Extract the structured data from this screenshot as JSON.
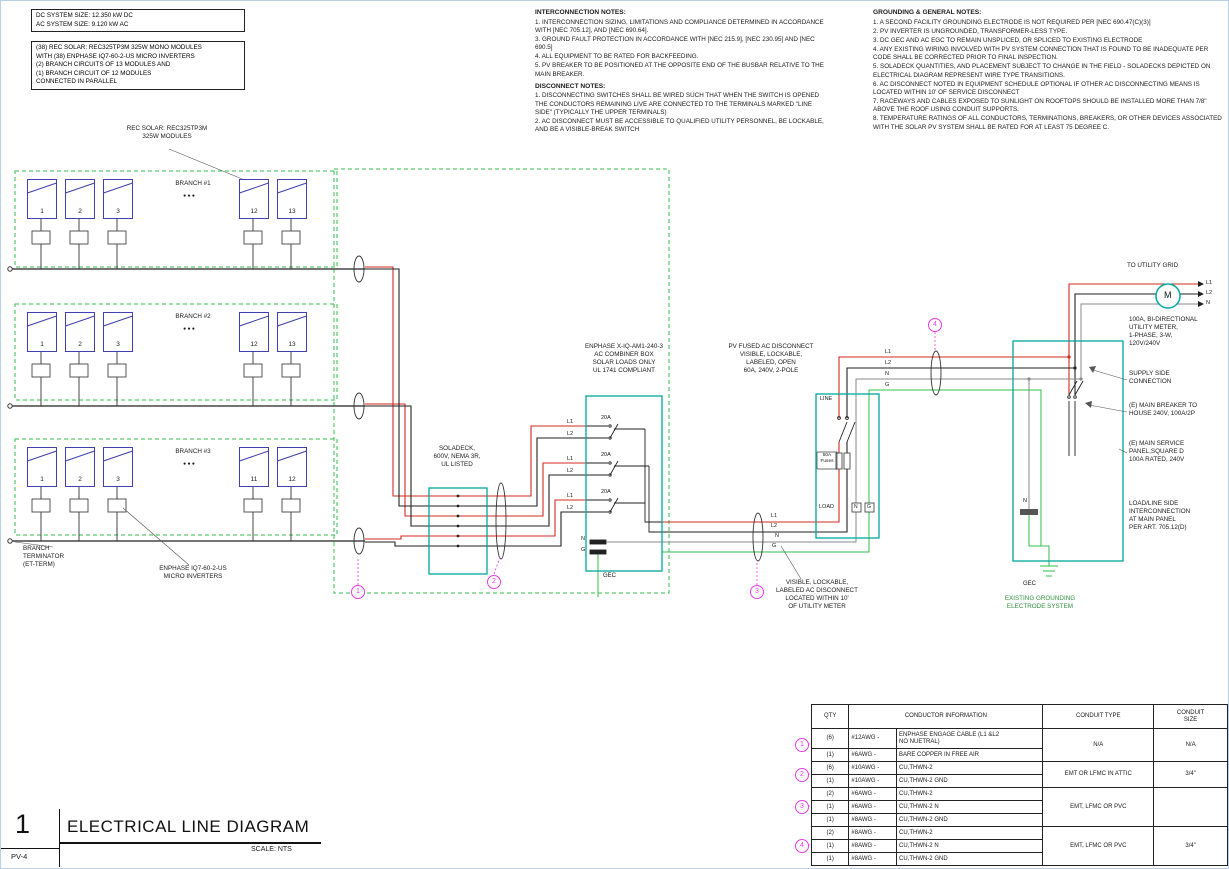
{
  "header": {
    "system_size": {
      "line1": "DC SYSTEM SIZE: 12.350 kW DC",
      "line2": "AC SYSTEM SIZE: 9.120 kW AC"
    },
    "array_desc": [
      "(38) REC SOLAR: REC325TP3M 325W MONO MODULES",
      "WITH (38) ENPHASE IQ7-60-2-US MICRO INVERTERS",
      "(2) BRANCH CIRCUITS OF 13 MODULES AND",
      "(1) BRANCH CIRCUIT OF 12 MODULES",
      "CONNECTED IN PARALLEL"
    ]
  },
  "notes": {
    "interconnection": {
      "title": "INTERCONNECTION NOTES:",
      "items": [
        "1. INTERCONNECTION SIZING, LIMITATIONS AND COMPLIANCE DETERMINED IN ACCORDANCE WITH [NEC 705.12], AND [NEC 690.64].",
        "3. GROUND FAULT PROTECTION IN ACCORDANCE WITH [NEC 215.9], [NEC 230.95] AND [NEC 690.5]",
        "4. ALL EQUIPMENT TO BE RATED FOR BACKFEEDING.",
        "5. PV BREAKER TO BE POSITIONED AT THE OPPOSITE END OF THE BUSBAR RELATIVE TO THE MAIN BREAKER."
      ]
    },
    "disconnect": {
      "title": "DISCONNECT NOTES:",
      "items": [
        "1. DISCONNECTING SWITCHES SHALL BE WIRED SUCH THAT WHEN THE SWITCH IS OPENED THE CONDUCTORS REMAINING LIVE ARE CONNECTED TO THE TERMINALS MARKED \"LINE SIDE\" (TYPICALLY THE UPPER TERMINALS)",
        "2. AC DISCONNECT MUST BE ACCESSIBLE TO QUALIFIED UTILITY PERSONNEL, BE LOCKABLE, AND BE A VISIBLE-BREAK SWITCH"
      ]
    },
    "grounding": {
      "title": "GROUNDING & GENERAL NOTES:",
      "items": [
        "1. A SECOND FACILITY GROUNDING ELECTRODE IS NOT REQUIRED PER [NEC 690.47(C)(3)]",
        "2. PV INVERTER IS UNGROUNDED, TRANSFORMER-LESS TYPE.",
        "3. DC GEC AND AC EGC TO REMAIN UNSPLICED, OR SPLICED TO EXISTING ELECTRODE",
        "4. ANY EXISTING WIRING INVOLVED WITH PV SYSTEM CONNECTION THAT IS FOUND TO BE INADEQUATE PER CODE SHALL BE CORRECTED PRIOR TO FINAL INSPECTION.",
        "5. SOLADECK QUANTITIES, AND PLACEMENT SUBJECT TO CHANGE IN THE FIELD - SOLADECKS DEPICTED ON ELECTRICAL DIAGRAM REPRESENT WIRE TYPE TRANSITIONS.",
        "6. AC DISCONNECT NOTED IN EQUIPMENT SCHEDULE OPTIONAL IF OTHER AC DISCONNECTING MEANS IS LOCATED WITHIN 10' OF SERVICE DISCONNECT",
        "7. RACEWAYS AND CABLES EXPOSED TO SUNLIGHT ON ROOFTOPS SHOULD BE INSTALLED MORE THAN 7/8\" ABOVE THE ROOF USING CONDUIT SUPPORTS.",
        "8. TEMPERATURE RATINGS OF ALL CONDUCTORS, TERMINATIONS, BREAKERS, OR OTHER DEVICES ASSOCIATED WITH THE SOLAR PV SYSTEM SHALL BE RATED FOR AT LEAST 75 DEGREE C."
      ]
    }
  },
  "array": {
    "module_label": "REC SOLAR: REC325TP3M\n325W MODULES",
    "dots": "●  ●  ●",
    "branches": [
      {
        "label": "BRANCH #1",
        "modules": [
          "1",
          "2",
          "3",
          "12",
          "13"
        ]
      },
      {
        "label": "BRANCH #2",
        "modules": [
          "1",
          "2",
          "3",
          "12",
          "13"
        ]
      },
      {
        "label": "BRANCH #3",
        "modules": [
          "1",
          "2",
          "3",
          "11",
          "12"
        ]
      }
    ],
    "terminator_label": "BRANCH\nTERMINATOR\n(ET-TERM)",
    "micro_label": "ENPHASE IQ7-60-2-US\nMICRO INVERTERS"
  },
  "soladeck": {
    "label": "SOLADECK,\n600V, NEMA 3R,\nUL LISTED"
  },
  "combiner": {
    "label": "ENPHASE X-IQ-AM1-240-3\nAC COMBINER BOX\nSOLAR LOADS ONLY\nUL 1741 COMPLIANT",
    "breaker": "20A",
    "n": "N",
    "g": "G",
    "gec": "GEC"
  },
  "disconnect": {
    "label": "PV FUSED AC DISCONNECT\nVISIBLE, LOCKABLE,\nLABELED, OPEN\n60A, 240V, 2-POLE",
    "line": "LINE",
    "load": "LOAD",
    "fuse": "50A\nFuses",
    "n": "N",
    "g": "G",
    "note": "VISIBLE, LOCKABLE,\nLABELED AC DISCONNECT\nLOCATED WITHIN 10'\nOF UTILITY METER"
  },
  "service": {
    "to_grid": "TO UTILITY GRID",
    "meter_m": "M",
    "meter_label": "100A, BI-DIRECTIONAL\nUTILITY METER,\n1-PHASE, 3-W,\n120V/240V",
    "supply": "SUPPLY SIDE\nCONNECTION",
    "main_breaker": "(E) MAIN BREAKER TO\nHOUSE 240V, 100A/2P",
    "panel": "(E) MAIN SERVICE\nPANEL,SQUARE D\n100A RATED, 240V",
    "loadline": "LOAD/LINE SIDE\nINTERCONNECTION\nAT MAIN PANEL\nPER ART. 705.12(D)",
    "n": "N",
    "gec": "GEC",
    "existing_ground": "EXISTING GROUNDING\nELECTRODE SYSTEM"
  },
  "wire": {
    "l1": "L1",
    "l2": "L2",
    "n": "N",
    "g": "G"
  },
  "callouts": {
    "c1": "1",
    "c2": "2",
    "c3": "3",
    "c4": "4"
  },
  "title_block": {
    "number": "1",
    "title": "ELECTRICAL LINE DIAGRAM",
    "sheet": "PV-4",
    "scale": "SCALE: NTS"
  },
  "schedule": {
    "headers": {
      "qty": "QTY",
      "conductor": "CONDUCTOR INFORMATION",
      "type": "CONDUIT TYPE",
      "size": "CONDUIT\nSIZE"
    },
    "groups": [
      {
        "type": "N/A",
        "size": "N/A",
        "rows": [
          {
            "qty": "(6)",
            "gauge": "#12AWG -",
            "desc": "ENPHASE ENGAGE CABLE (L1 &L2\nNO NUETRAL)"
          },
          {
            "qty": "(1)",
            "gauge": "#6AWG -",
            "desc": "BARE COPPER IN FREE AIR"
          }
        ]
      },
      {
        "type": "EMT OR LFMC IN ATTIC",
        "size": "3/4\"",
        "rows": [
          {
            "qty": "(6)",
            "gauge": "#10AWG -",
            "desc": "CU,THWN-2"
          },
          {
            "qty": "(1)",
            "gauge": "#10AWG -",
            "desc": "CU,THWN-2 GND"
          }
        ]
      },
      {
        "type": "EMT, LFMC OR PVC",
        "size": "",
        "rows": [
          {
            "qty": "(2)",
            "gauge": "#6AWG -",
            "desc": "CU,THWN-2"
          },
          {
            "qty": "(1)",
            "gauge": "#6AWG -",
            "desc": "CU,THWN-2 N"
          },
          {
            "qty": "(1)",
            "gauge": "#8AWG -",
            "desc": "CU,THWN-2 GND"
          }
        ]
      },
      {
        "type": "EMT, LFMC OR PVC",
        "size": "3/4\"",
        "rows": [
          {
            "qty": "(2)",
            "gauge": "#8AWG -",
            "desc": "CU,THWN-2"
          },
          {
            "qty": "(1)",
            "gauge": "#8AWG -",
            "desc": "CU,THWN-2 N"
          },
          {
            "qty": "(1)",
            "gauge": "#8AWG -",
            "desc": "CU,THWN-2 GND"
          }
        ]
      }
    ]
  }
}
